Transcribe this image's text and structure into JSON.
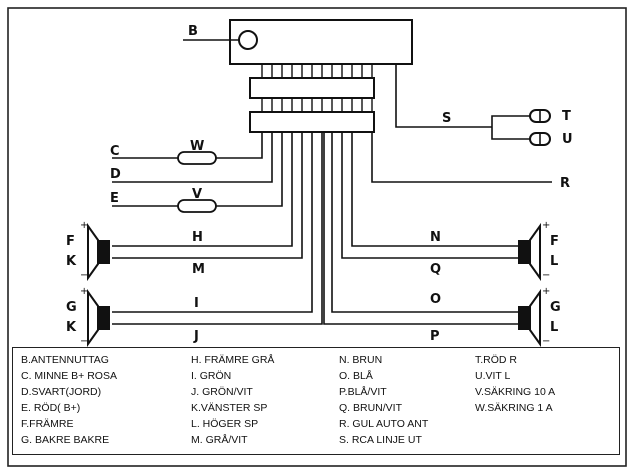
{
  "diagram": {
    "labels": {
      "B": "B",
      "S": "S",
      "T": "T",
      "U": "U",
      "C": "C",
      "W": "W",
      "D": "D",
      "E": "E",
      "V": "V",
      "R": "R",
      "F": "F",
      "K": "K",
      "H": "H",
      "M": "M",
      "N": "N",
      "Q": "Q",
      "L": "L",
      "G": "G",
      "I": "I",
      "J": "J",
      "O": "O",
      "P": "P"
    },
    "signs": {
      "plus": "+",
      "minus": "−"
    }
  },
  "legend": {
    "col1": [
      "B.ANTENNUTTAG",
      "C. MINNE B+ ROSA",
      "D.SVART(JORD)",
      "E. RÖD( B+)",
      "F.FRÄMRE",
      "G. BAKRE BAKRE"
    ],
    "col2": [
      "H. FRÄMRE GRÅ",
      "I. GRÖN",
      "J. GRÖN/VIT",
      "K.VÄNSTER SP",
      "L. HÖGER SP",
      "M. GRÅ/VIT"
    ],
    "col3": [
      "N. BRUN",
      "O. BLÅ",
      "P.BLÅ/VIT",
      "Q. BRUN/VIT",
      "R. GUL AUTO ANT",
      "S. RCA LINJE UT"
    ],
    "col4": [
      "T.RÖD R",
      "U.VIT L",
      "V.SÄKRING 10 A",
      "W.SÄKRING 1 A"
    ]
  }
}
